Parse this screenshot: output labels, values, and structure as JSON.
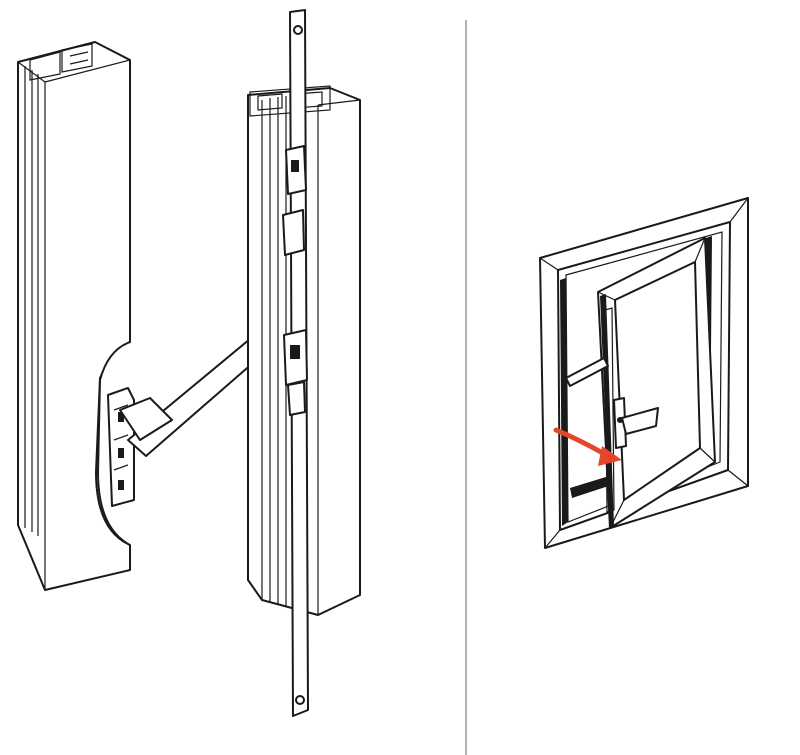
{
  "figure": {
    "panels": [
      {
        "name": "friction-stay-hardware-detail"
      },
      {
        "name": "tilt-open-window-view"
      }
    ],
    "colors": {
      "line": "#1a1a1a",
      "divider": "#9a9a9a",
      "arrow": "#e4452b",
      "background": "#ffffff"
    },
    "arrow_direction": "opening-inward"
  }
}
